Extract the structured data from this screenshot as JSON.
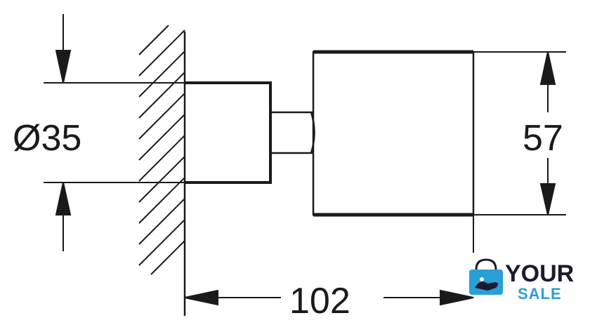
{
  "dimensions": {
    "diameter": "Ø35",
    "height": "57",
    "length": "102"
  },
  "logo": {
    "word1": "YOUR",
    "word2": "SALE",
    "color_dark": "#1b1b2e",
    "color_accent": "#2a9fd6",
    "icon": "shopping-bag-hand-icon"
  }
}
